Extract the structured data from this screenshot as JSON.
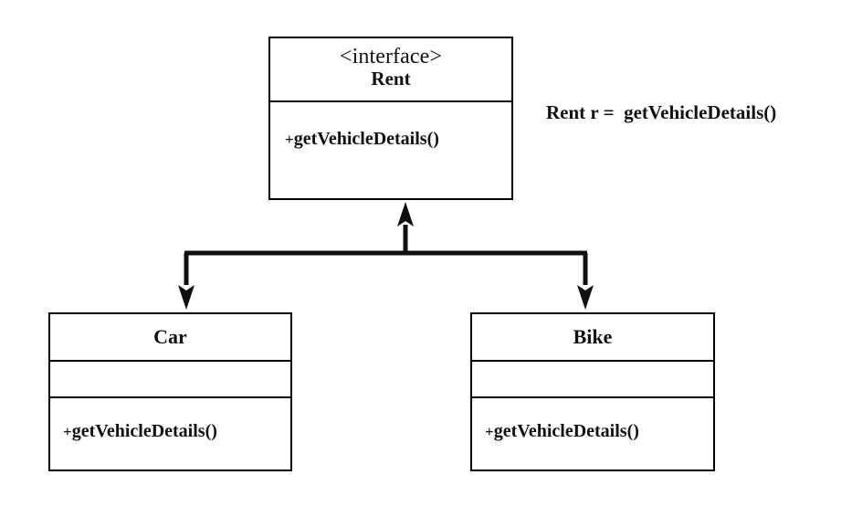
{
  "diagram": {
    "type": "uml-class-diagram",
    "title": "Rent interface realization by Car and Bike",
    "background_color": "#ffffff",
    "line_color": "#111111",
    "text_color": "#111111"
  },
  "interface_box": {
    "stereotype": "<interface>",
    "name": "Rent",
    "methods": [
      {
        "visibility": "+",
        "signature": "getVehicleDetails()"
      }
    ]
  },
  "annotation": {
    "text": "Rent r =  getVehicleDetails()"
  },
  "classes": [
    {
      "name": "Car",
      "attributes": [],
      "methods": [
        {
          "visibility": "+",
          "signature": "getVehicleDetails()"
        }
      ]
    },
    {
      "name": "Bike",
      "attributes": [],
      "methods": [
        {
          "visibility": "+",
          "signature": "getVehicleDetails()"
        }
      ]
    }
  ],
  "connectors": [
    {
      "name": "realization-up-arrow",
      "from": "junction",
      "to": "Rent",
      "direction": "up",
      "arrowhead": "solid-triangle"
    },
    {
      "name": "branch-to-car",
      "from": "junction",
      "to": "Car",
      "direction": "down",
      "arrowhead": "solid-triangle"
    },
    {
      "name": "branch-to-bike",
      "from": "junction",
      "to": "Bike",
      "direction": "down",
      "arrowhead": "solid-triangle"
    }
  ]
}
